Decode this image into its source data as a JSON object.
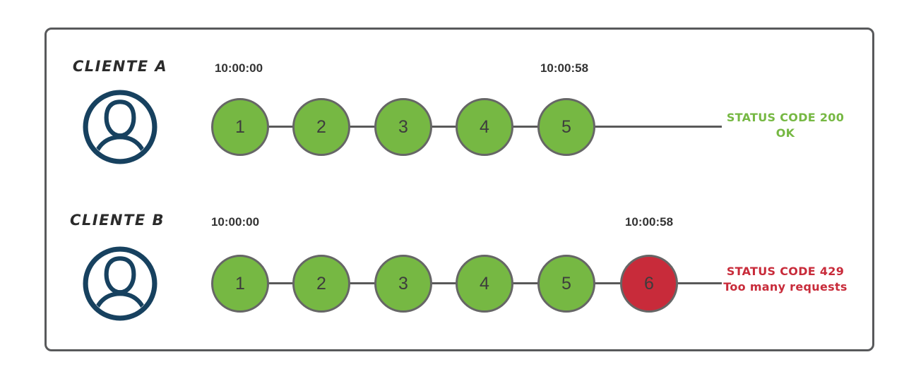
{
  "colors": {
    "ok_green": "#76b843",
    "error_red": "#c82b3a",
    "avatar_navy": "#17415f",
    "connector_gray": "#595959",
    "frame_gray": "#58595b",
    "circle_border_gray": "#666666",
    "number_dark": "#3d3d3d",
    "timestamp_dark": "#333333",
    "label_dark": "#2b2b2b"
  },
  "rows": [
    {
      "client_label": "CLIENTE A",
      "start_time": "10:00:00",
      "end_time": "10:00:58",
      "requests": [
        "1",
        "2",
        "3",
        "4",
        "5"
      ],
      "status": {
        "line1": "STATUS CODE 200",
        "line2": "OK"
      }
    },
    {
      "client_label": "CLIENTE B",
      "start_time": "10:00:00",
      "end_time": "10:00:58",
      "requests": [
        "1",
        "2",
        "3",
        "4",
        "5",
        "6"
      ],
      "status": {
        "line1": "STATUS CODE 429",
        "line2": "Too many requests"
      }
    }
  ]
}
